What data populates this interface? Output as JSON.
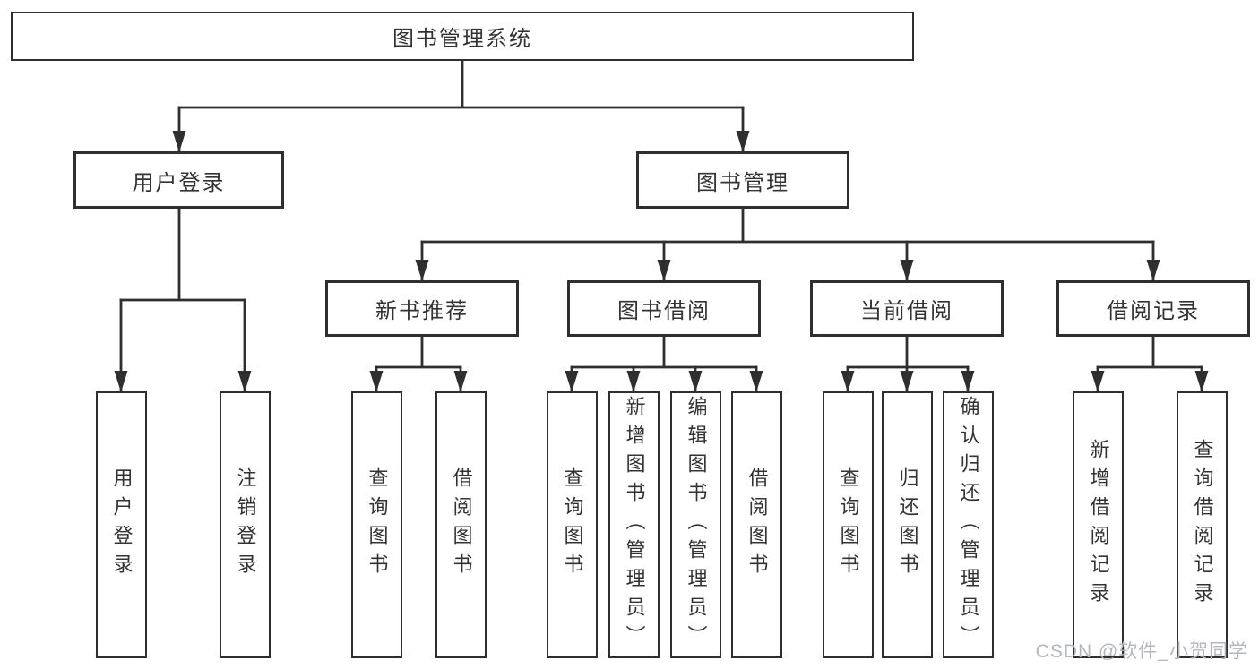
{
  "tree": {
    "root": {
      "label": "图书管理系统"
    },
    "branches": [
      {
        "label": "用户登录",
        "children": [
          {
            "label": "用户登录"
          },
          {
            "label": "注销登录"
          }
        ]
      },
      {
        "label": "图书管理",
        "groups": [
          {
            "label": "新书推荐",
            "children": [
              {
                "label": "查询图书"
              },
              {
                "label": "借阅图书"
              }
            ]
          },
          {
            "label": "图书借阅",
            "children": [
              {
                "label": "查询图书"
              },
              {
                "label": "新增图书（管理员）"
              },
              {
                "label": "编辑图书（管理员）"
              },
              {
                "label": "借阅图书"
              }
            ]
          },
          {
            "label": "当前借阅",
            "children": [
              {
                "label": "查询图书"
              },
              {
                "label": "归还图书"
              },
              {
                "label": "确认归还（管理员）"
              }
            ]
          },
          {
            "label": "借阅记录",
            "children": [
              {
                "label": "新增借阅记录"
              },
              {
                "label": "查询借阅记录"
              }
            ]
          }
        ]
      }
    ]
  },
  "watermark": {
    "text": "CSDN @软件_小贺同学"
  },
  "colors": {
    "line": "#2f2f2f",
    "text": "#333333",
    "bg": "#ffffff",
    "watermark": "#b4b7bc"
  }
}
